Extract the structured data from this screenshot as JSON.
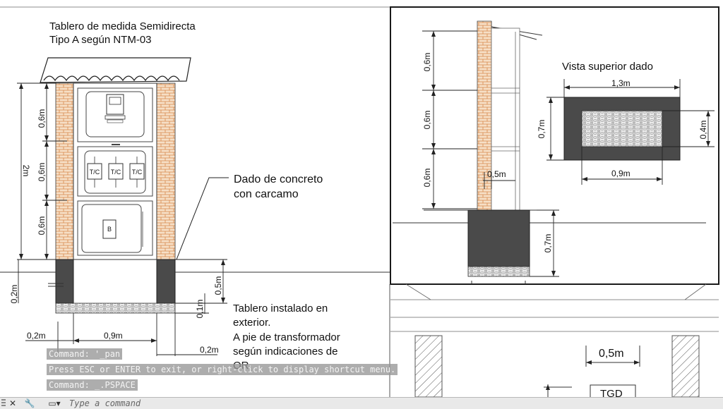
{
  "drawing": {
    "title_line1": "Tablero de medida Semidirecta",
    "title_line2": "Tipo A según NTM-03",
    "dim_0_6m": "0,6m",
    "dim_2m": "2m",
    "dim_0_2m": "0,2m",
    "dim_0_9m": "0,9m",
    "dim_0_5m": "0,5m",
    "dim_0_1m": "0,1m",
    "dim_0_7m": "0,7m",
    "dim_1_3m": "1,3m",
    "dim_0_4m": "0,4m",
    "dim_0_5m_b": "0,5m",
    "tc_label": "T/C",
    "breaker_label": "B",
    "callout_dado_1": "Dado de concreto",
    "callout_dado_2": "con carcamo",
    "note_1": "Tablero instalado en",
    "note_2": "exterior.",
    "note_3": "A pie de transformador",
    "note_4": "según indicaciones de",
    "note_5": "OR",
    "top_view_title": "Vista superior dado",
    "tgd_label": "TGD"
  },
  "command_history": [
    "Command: '_pan",
    "Press ESC or ENTER to exit, or right-click to display shortcut menu.",
    "Command: _.PSPACE"
  ],
  "command_line": {
    "placeholder": "Type a command",
    "close_icon": "close-icon",
    "customize_icon": "wrench-icon",
    "recent_icon": "recent-commands-icon"
  }
}
